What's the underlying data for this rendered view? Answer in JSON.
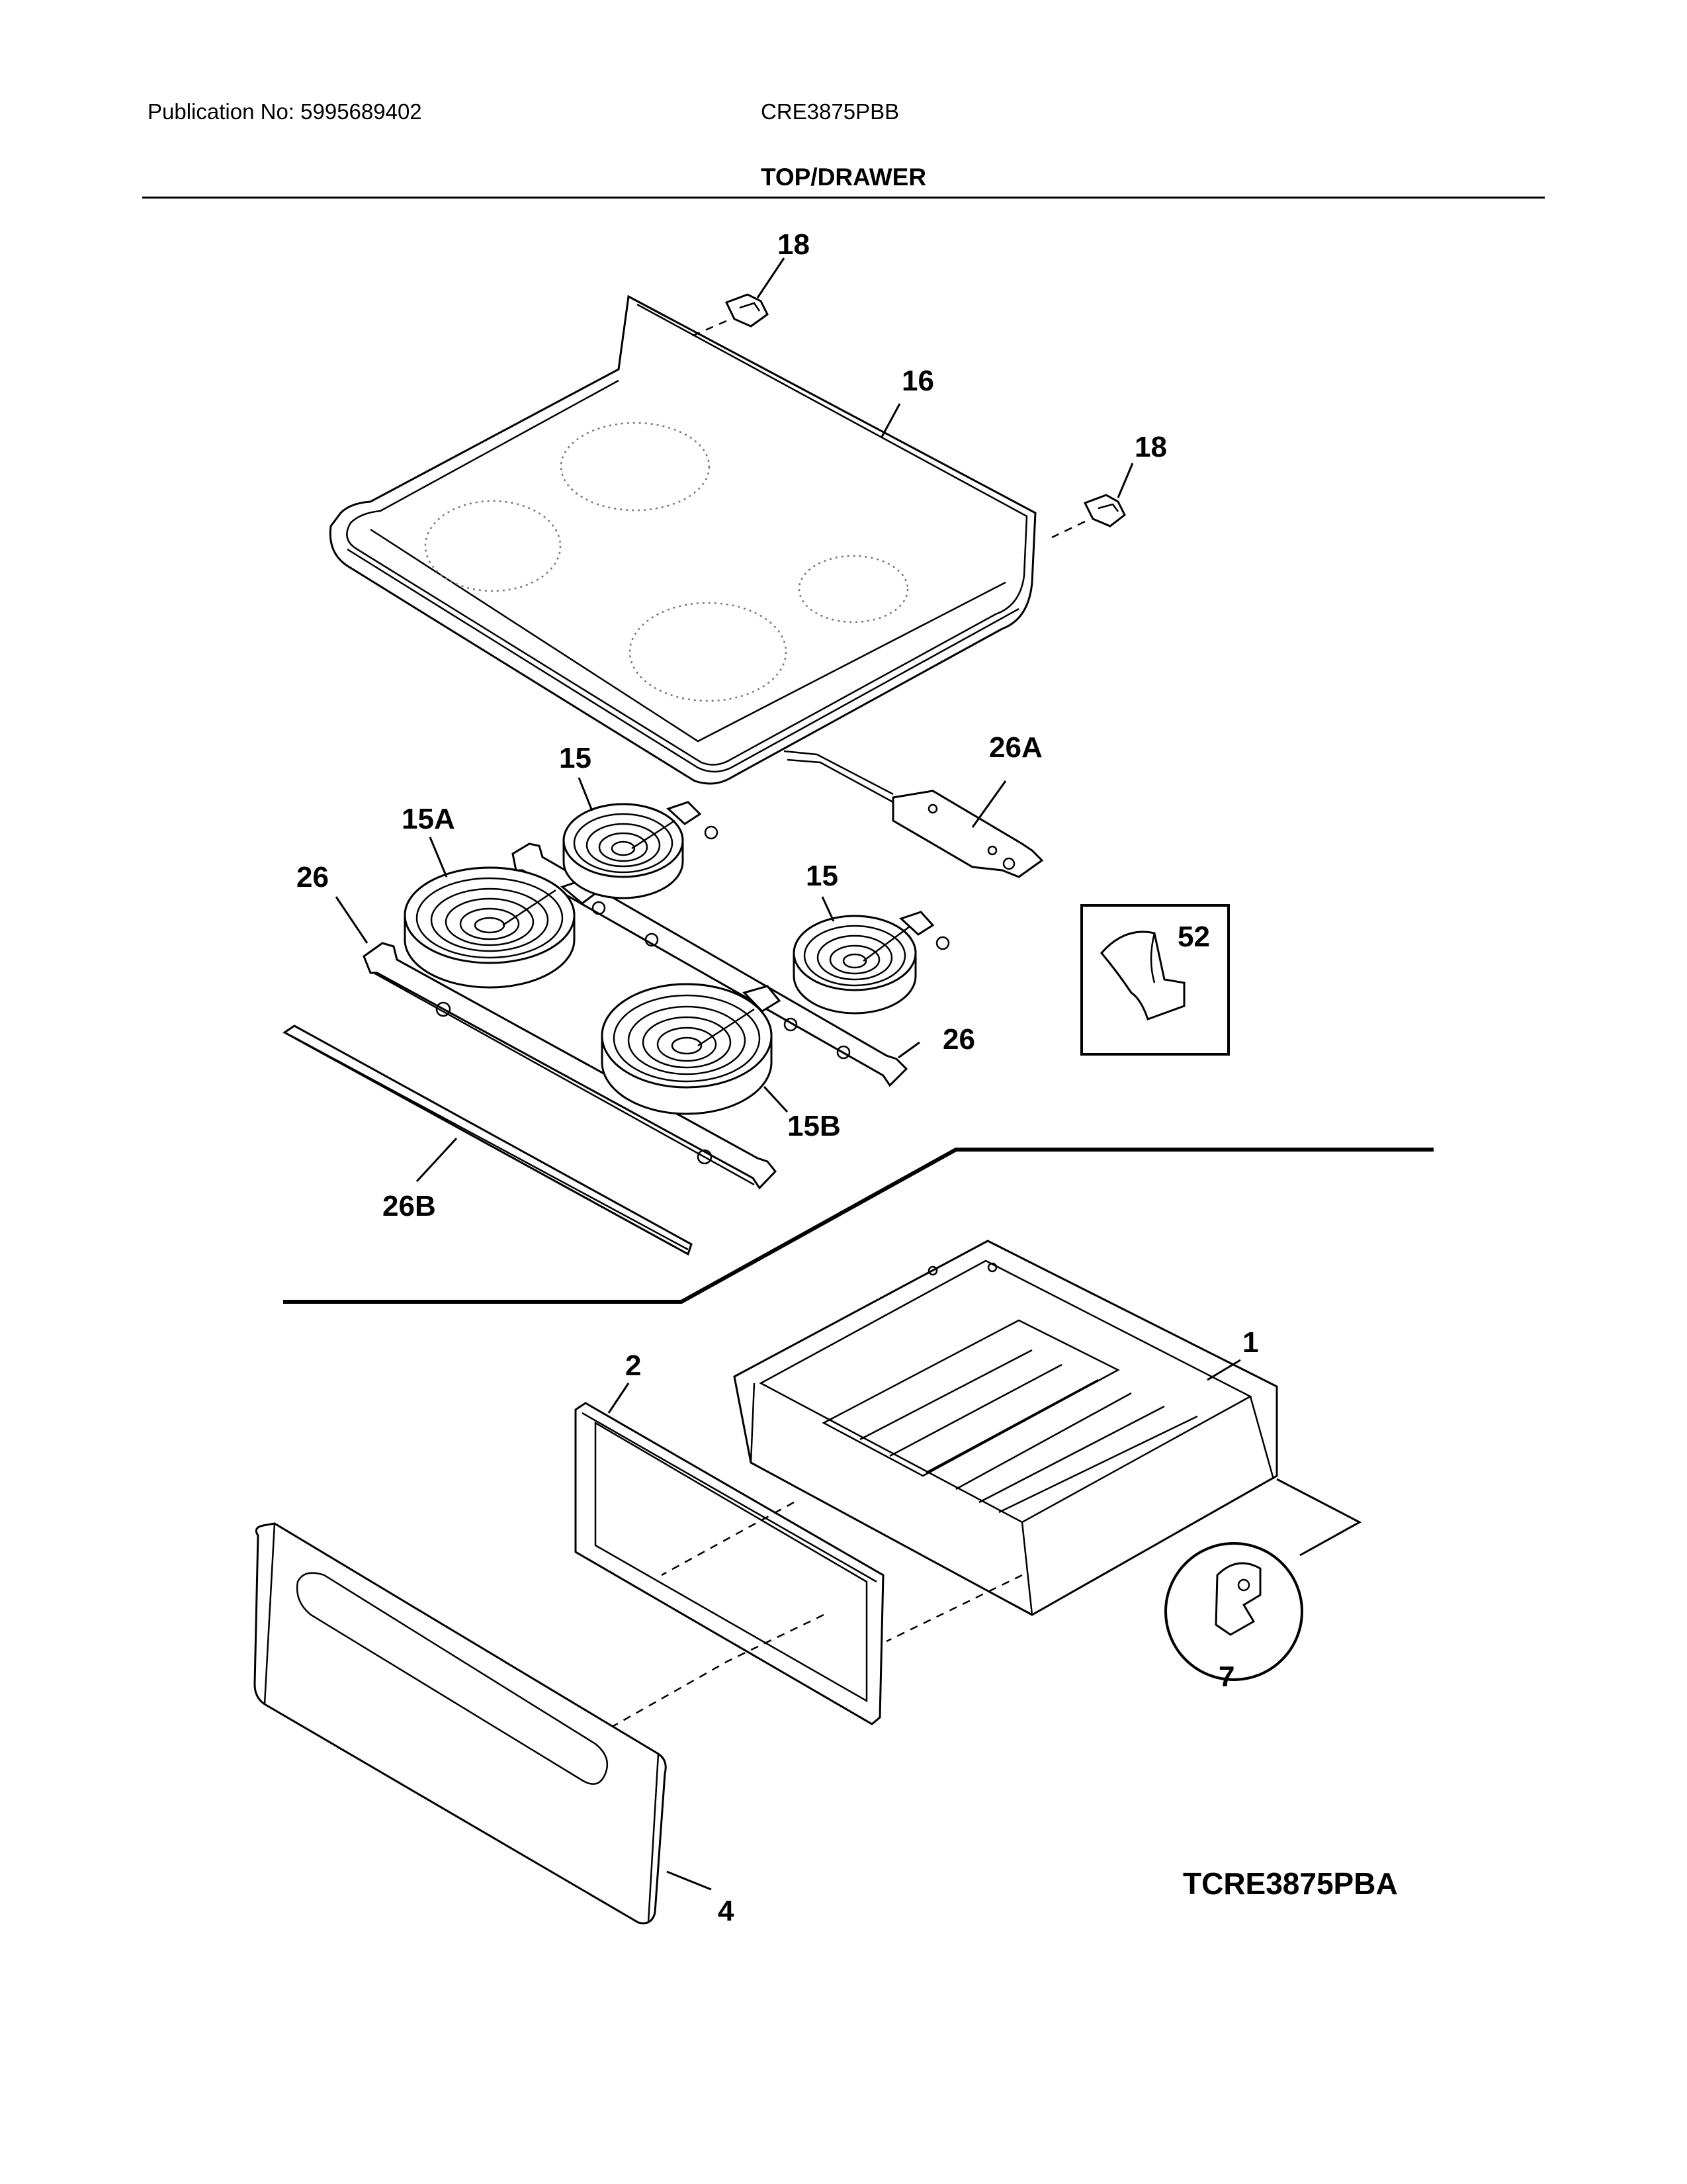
{
  "header": {
    "publication": "Publication No: 5995689402",
    "model": "CRE3875PBB",
    "section_title": "TOP/DRAWER"
  },
  "callouts": {
    "p18a": "18",
    "p18b": "18",
    "p16": "16",
    "p26A": "26A",
    "p15a": "15",
    "p15A": "15A",
    "p26a": "26",
    "p15b": "15",
    "p52": "52",
    "p26b": "26",
    "p15B": "15B",
    "p26B": "26B",
    "p1": "1",
    "p2": "2",
    "p7": "7",
    "p4": "4"
  },
  "diagram_code": "TCRE3875PBA"
}
